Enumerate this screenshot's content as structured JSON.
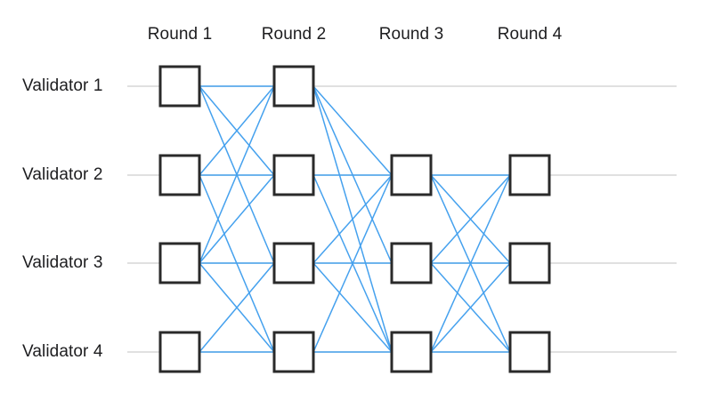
{
  "diagram": {
    "type": "validator-round-dag",
    "round_headers": [
      "Round 1",
      "Round 2",
      "Round 3",
      "Round 4"
    ],
    "validator_labels": [
      "Validator 1",
      "Validator 2",
      "Validator 3",
      "Validator 4"
    ],
    "nodes": [
      "v1r1",
      "v2r1",
      "v3r1",
      "v4r1",
      "v1r2",
      "v2r2",
      "v3r2",
      "v4r2",
      "v2r3",
      "v3r3",
      "v4r3",
      "v2r4",
      "v3r4",
      "v4r4"
    ],
    "edges": [
      [
        "v1r1",
        "v1r2"
      ],
      [
        "v1r1",
        "v2r2"
      ],
      [
        "v1r1",
        "v3r2"
      ],
      [
        "v2r1",
        "v1r2"
      ],
      [
        "v2r1",
        "v2r2"
      ],
      [
        "v2r1",
        "v4r2"
      ],
      [
        "v3r1",
        "v1r2"
      ],
      [
        "v3r1",
        "v2r2"
      ],
      [
        "v3r1",
        "v3r2"
      ],
      [
        "v3r1",
        "v4r2"
      ],
      [
        "v4r1",
        "v3r2"
      ],
      [
        "v4r1",
        "v4r2"
      ],
      [
        "v1r2",
        "v2r3"
      ],
      [
        "v1r2",
        "v3r3"
      ],
      [
        "v1r2",
        "v4r3"
      ],
      [
        "v2r2",
        "v2r3"
      ],
      [
        "v2r2",
        "v4r3"
      ],
      [
        "v3r2",
        "v2r3"
      ],
      [
        "v3r2",
        "v3r3"
      ],
      [
        "v3r2",
        "v4r3"
      ],
      [
        "v4r2",
        "v2r3"
      ],
      [
        "v4r2",
        "v4r3"
      ],
      [
        "v2r3",
        "v2r4"
      ],
      [
        "v2r3",
        "v3r4"
      ],
      [
        "v2r3",
        "v4r4"
      ],
      [
        "v3r3",
        "v2r4"
      ],
      [
        "v3r3",
        "v3r4"
      ],
      [
        "v3r3",
        "v4r4"
      ],
      [
        "v4r3",
        "v2r4"
      ],
      [
        "v4r3",
        "v3r4"
      ],
      [
        "v4r3",
        "v4r4"
      ]
    ],
    "colors": {
      "background": "#ffffff",
      "edge": "#45a1ee",
      "row_line": "#d6d6d6",
      "node_border": "#2a2a2a",
      "node_fill": "#ffffff",
      "text": "#1d1d1f"
    }
  }
}
